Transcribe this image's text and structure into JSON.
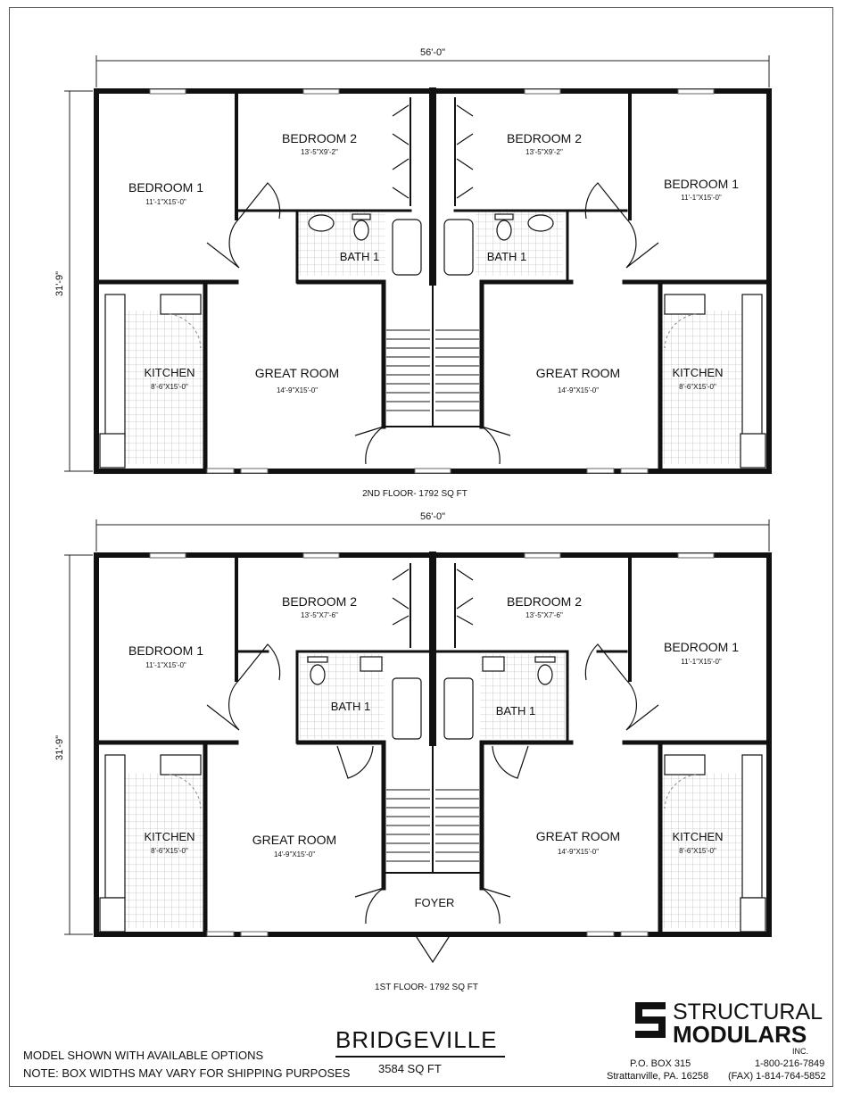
{
  "plan_name": "BRIDGEVILLE",
  "total_sqft": "3584 SQ FT",
  "notes": [
    "MODEL SHOWN WITH AVAILABLE OPTIONS",
    "NOTE:  BOX WIDTHS MAY VARY FOR SHIPPING PURPOSES"
  ],
  "company": {
    "name_line1": "STRUCTURAL",
    "name_line2": "MODULARS",
    "suffix": "INC.",
    "po_box": "P.O. BOX 315",
    "city": "Strattanville, PA.  16258",
    "phone": "1-800-216-7849",
    "fax": "(FAX) 1-814-764-5852"
  },
  "dim_width": "56'-0\"",
  "dim_depth": "31'-9\"",
  "floor2": {
    "caption": "2ND FLOOR- 1792 SQ FT",
    "left": {
      "bedroom1": {
        "name": "BEDROOM 1",
        "dims": "11'-1\"X15'-0\""
      },
      "bedroom2": {
        "name": "BEDROOM 2",
        "dims": "13'-5\"X9'-2\""
      },
      "bath": "BATH 1",
      "kitchen": {
        "name": "KITCHEN",
        "dims": "8'-6\"X15'-0\""
      },
      "great": {
        "name": "GREAT ROOM",
        "dims": "14'-9\"X15'-0\""
      }
    },
    "right": {
      "bedroom1": {
        "name": "BEDROOM 1",
        "dims": "11'-1\"X15'-0\""
      },
      "bedroom2": {
        "name": "BEDROOM 2",
        "dims": "13'-5\"X9'-2\""
      },
      "bath": "BATH 1",
      "kitchen": {
        "name": "KITCHEN",
        "dims": "8'-6\"X15'-0\""
      },
      "great": {
        "name": "GREAT ROOM",
        "dims": "14'-9\"X15'-0\""
      }
    }
  },
  "floor1": {
    "caption": "1ST FLOOR- 1792 SQ FT",
    "foyer": "FOYER",
    "left": {
      "bedroom1": {
        "name": "BEDROOM 1",
        "dims": "11'-1\"X15'-0\""
      },
      "bedroom2": {
        "name": "BEDROOM 2",
        "dims": "13'-5\"X7'-6\""
      },
      "bath": "BATH 1",
      "kitchen": {
        "name": "KITCHEN",
        "dims": "8'-6\"X15'-0\""
      },
      "great": {
        "name": "GREAT ROOM",
        "dims": "14'-9\"X15'-0\""
      }
    },
    "right": {
      "bedroom1": {
        "name": "BEDROOM 1",
        "dims": "11'-1\"X15'-0\""
      },
      "bedroom2": {
        "name": "BEDROOM 2",
        "dims": "13'-5\"X7'-6\""
      },
      "bath": "BATH 1",
      "kitchen": {
        "name": "KITCHEN",
        "dims": "8'-6\"X15'-0\""
      },
      "great": {
        "name": "GREAT ROOM",
        "dims": "14'-9\"X15'-0\""
      }
    }
  }
}
